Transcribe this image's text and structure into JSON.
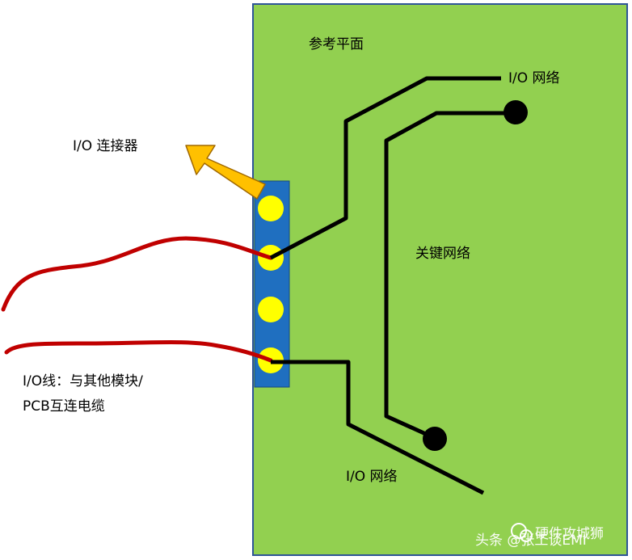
{
  "labels": {
    "reference_plane": "参考平面",
    "io_net_top": "I/O 网络",
    "io_connector": "I/O 连接器",
    "critical_net": "关键网络",
    "io_cable_line1": "I/O线：与其他模块/",
    "io_cable_line2": "PCB互连电缆",
    "io_net_bottom": "I/O 网络"
  },
  "watermark": {
    "source": "头条 @张工谈EMI",
    "account": "硬件攻城狮"
  },
  "colors": {
    "plane": "#92d050",
    "connector": "#1f6fc0",
    "pin": "#ffff00",
    "arrow": "#ffc000",
    "cable": "#c00000",
    "trace": "#000000"
  },
  "connector_pins": 4
}
